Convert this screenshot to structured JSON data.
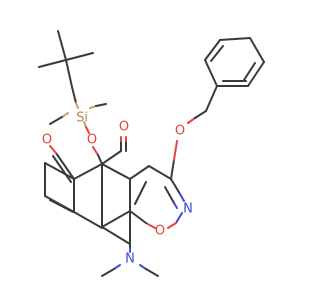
{
  "molecule": {
    "atoms": {
      "si": {
        "label": "Si",
        "color": "#b8884c"
      },
      "o_silyl": {
        "label": "O",
        "color": "#e8423a"
      },
      "o_ketone_left": {
        "label": "O",
        "color": "#e8423a"
      },
      "o_ketone_right": {
        "label": "O",
        "color": "#e8423a"
      },
      "o_benzyl": {
        "label": "O",
        "color": "#e8423a"
      },
      "n_isoxazole": {
        "label": "N",
        "color": "#3c4bd6"
      },
      "o_isoxazole": {
        "label": "O",
        "color": "#e8423a"
      },
      "n_dimethylamino": {
        "label": "N",
        "color": "#3c4bd6"
      }
    }
  }
}
